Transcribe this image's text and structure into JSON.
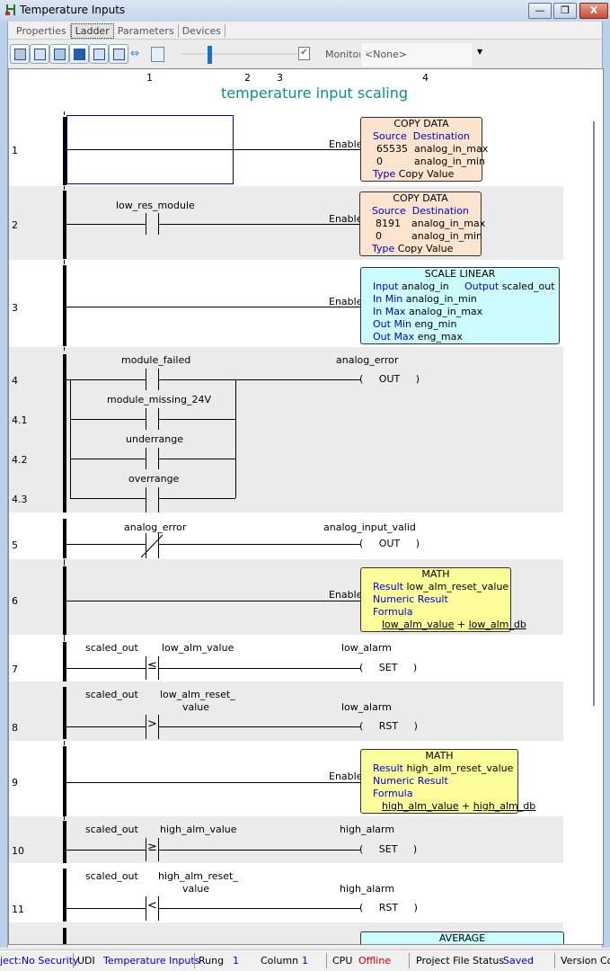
{
  "window": {
    "title": "Temperature Inputs",
    "buttons": {
      "minimize": "—",
      "restore": "❐",
      "close": "X"
    }
  },
  "tabs": [
    {
      "label": "Properties",
      "active": false
    },
    {
      "label": "Ladder",
      "active": true
    },
    {
      "label": "Parameters",
      "active": false
    },
    {
      "label": "Devices",
      "active": false
    }
  ],
  "toolbar": {
    "monitor_label": "Monitor",
    "monitor_value": "<None>",
    "zoom_slider_fraction": 0.23
  },
  "columns": [
    "1",
    "2",
    "3",
    "4"
  ],
  "diagram_title": "temperature input scaling",
  "rungs": {
    "r1": {
      "num": "1",
      "enable": "Enable",
      "block": {
        "title": "COPY DATA",
        "src_hdr": "Source",
        "dst_hdr": "Destination",
        "rows": [
          {
            "src": "65535",
            "dst": "analog_in_max"
          },
          {
            "src": "0",
            "dst": "analog_in_min"
          }
        ],
        "type_label": "Type",
        "type_value": "Copy Value"
      }
    },
    "r2": {
      "num": "2",
      "contact": "low_res_module",
      "enable": "Enable",
      "block": {
        "title": "COPY DATA",
        "src_hdr": "Source",
        "dst_hdr": "Destination",
        "rows": [
          {
            "src": "8191",
            "dst": "analog_in_max"
          },
          {
            "src": "0",
            "dst": "analog_in_min"
          }
        ],
        "type_label": "Type",
        "type_value": "Copy Value"
      }
    },
    "r3": {
      "num": "3",
      "enable": "Enable",
      "block": {
        "title": "SCALE LINEAR",
        "input_label": "Input",
        "input": "analog_in",
        "output_label": "Output",
        "output": "scaled_out",
        "inmin_label": "In Min",
        "inmin": "analog_in_min",
        "inmax_label": "In Max",
        "inmax": "analog_in_max",
        "outmin_label": "Out Min",
        "outmin": "eng_min",
        "outmax_label": "Out Max",
        "outmax": "eng_max"
      }
    },
    "r4": {
      "nums": [
        "4",
        "4.1",
        "4.2",
        "4.3"
      ],
      "contacts": [
        "module_failed",
        "module_missing_24V",
        "underrange",
        "overrange"
      ],
      "coil_tag": "analog_error",
      "coil_type": "OUT"
    },
    "r5": {
      "num": "5",
      "contact": "analog_error",
      "contact_type": "NC",
      "coil_tag": "analog_input_valid",
      "coil_type": "OUT"
    },
    "r6": {
      "num": "6",
      "enable": "Enable",
      "block": {
        "title": "MATH",
        "result_label": "Result",
        "result": "low_alm_reset_value",
        "numeric_label": "Numeric Result",
        "formula_label": "Formula",
        "formula_a": "low_alm_value",
        "op": "+",
        "formula_b": "low_alm_db"
      }
    },
    "r7": {
      "num": "7",
      "a": "scaled_out",
      "b": "low_alm_value",
      "cmp": "≤",
      "coil_tag": "low_alarm",
      "coil_type": "SET"
    },
    "r8": {
      "num": "8",
      "a": "scaled_out",
      "b1": "low_alm_reset_",
      "b2": "value",
      "cmp": ">",
      "coil_tag": "low_alarm",
      "coil_type": "RST"
    },
    "r9": {
      "num": "9",
      "enable": "Enable",
      "block": {
        "title": "MATH",
        "result_label": "Result",
        "result": "high_alm_reset_value",
        "numeric_label": "Numeric Result",
        "formula_label": "Formula",
        "formula_a": "high_alm_value",
        "op": "+",
        "formula_b": "high_alm_db"
      }
    },
    "r10": {
      "num": "10",
      "a": "scaled_out",
      "b": "high_alm_value",
      "cmp": "≥",
      "coil_tag": "high_alarm",
      "coil_type": "SET"
    },
    "r11": {
      "num": "11",
      "a": "scaled_out",
      "b1": "high_alm_reset_",
      "b2": "value",
      "cmp": "<",
      "coil_tag": "high_alarm",
      "coil_type": "RST"
    },
    "r12": {
      "block_title": "AVERAGE"
    }
  },
  "statusbar": {
    "security": "ject:No Security",
    "udi_label": "UDI",
    "udi_value": "Temperature Inputs",
    "rung_label": "Rung",
    "rung_value": "1",
    "column_label": "Column",
    "column_value": "1",
    "cpu_label": "CPU",
    "cpu_value": "Offline",
    "pfs_label": "Project File Status",
    "pfs_value": "Saved",
    "version": "Version Cor"
  }
}
